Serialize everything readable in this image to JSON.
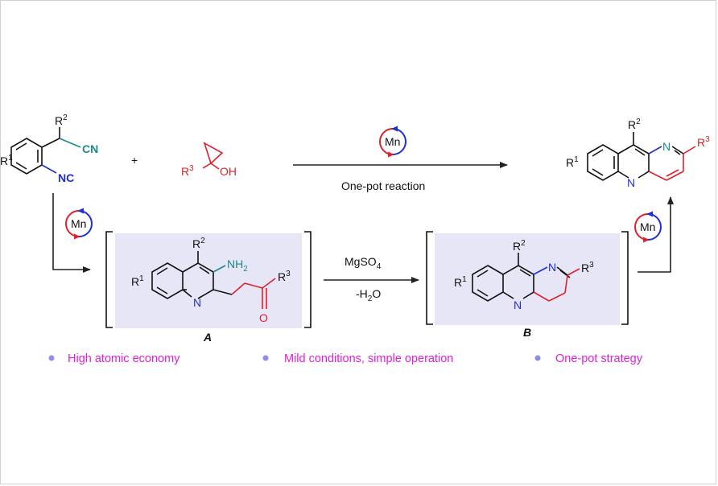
{
  "reactants": {
    "r2": "R",
    "r2_sup": "2",
    "cn": "CN",
    "r1": "R",
    "r1_sup": "1",
    "nc": "NC",
    "plus": "+",
    "r3": "R",
    "r3_sup": "3",
    "oh": "OH"
  },
  "top_arrow": {
    "catalyst": "Mn",
    "caption": "One-pot reaction"
  },
  "left_arrow": {
    "catalyst": "Mn"
  },
  "right_arrow": {
    "catalyst": "Mn"
  },
  "intermediate_a": {
    "r2": "R",
    "r2_sup": "2",
    "nh2": "NH",
    "nh2_sub": "2",
    "r1": "R",
    "r1_sup": "1",
    "n": "N",
    "r3": "R",
    "r3_sup": "3",
    "o": "O",
    "label": "A"
  },
  "middle_arrow": {
    "reagent": "MgSO",
    "reagent_sub": "4",
    "byproduct_pre": "-H",
    "byproduct_sub": "2",
    "byproduct_post": "O"
  },
  "intermediate_b": {
    "r2": "R",
    "r2_sup": "2",
    "n_top": "N",
    "r3": "R",
    "r3_sup": "3",
    "r1": "R",
    "r1_sup": "1",
    "n_bottom": "N",
    "label": "B"
  },
  "product": {
    "r2": "R",
    "r2_sup": "2",
    "n_top": "N",
    "r3": "R",
    "r3_sup": "3",
    "r1": "R",
    "r1_sup": "1",
    "n_bottom": "N"
  },
  "features": [
    "High atomic economy",
    "Mild conditions, simple operation",
    "One-pot strategy"
  ],
  "colors": {
    "highlight_box": "#e6e6f7",
    "teal": "#1a8a8a",
    "blue": "#1e2fd8",
    "red": "#e0202a",
    "feature_text": "#e01fd8",
    "bullet": "#8e8ee8"
  }
}
